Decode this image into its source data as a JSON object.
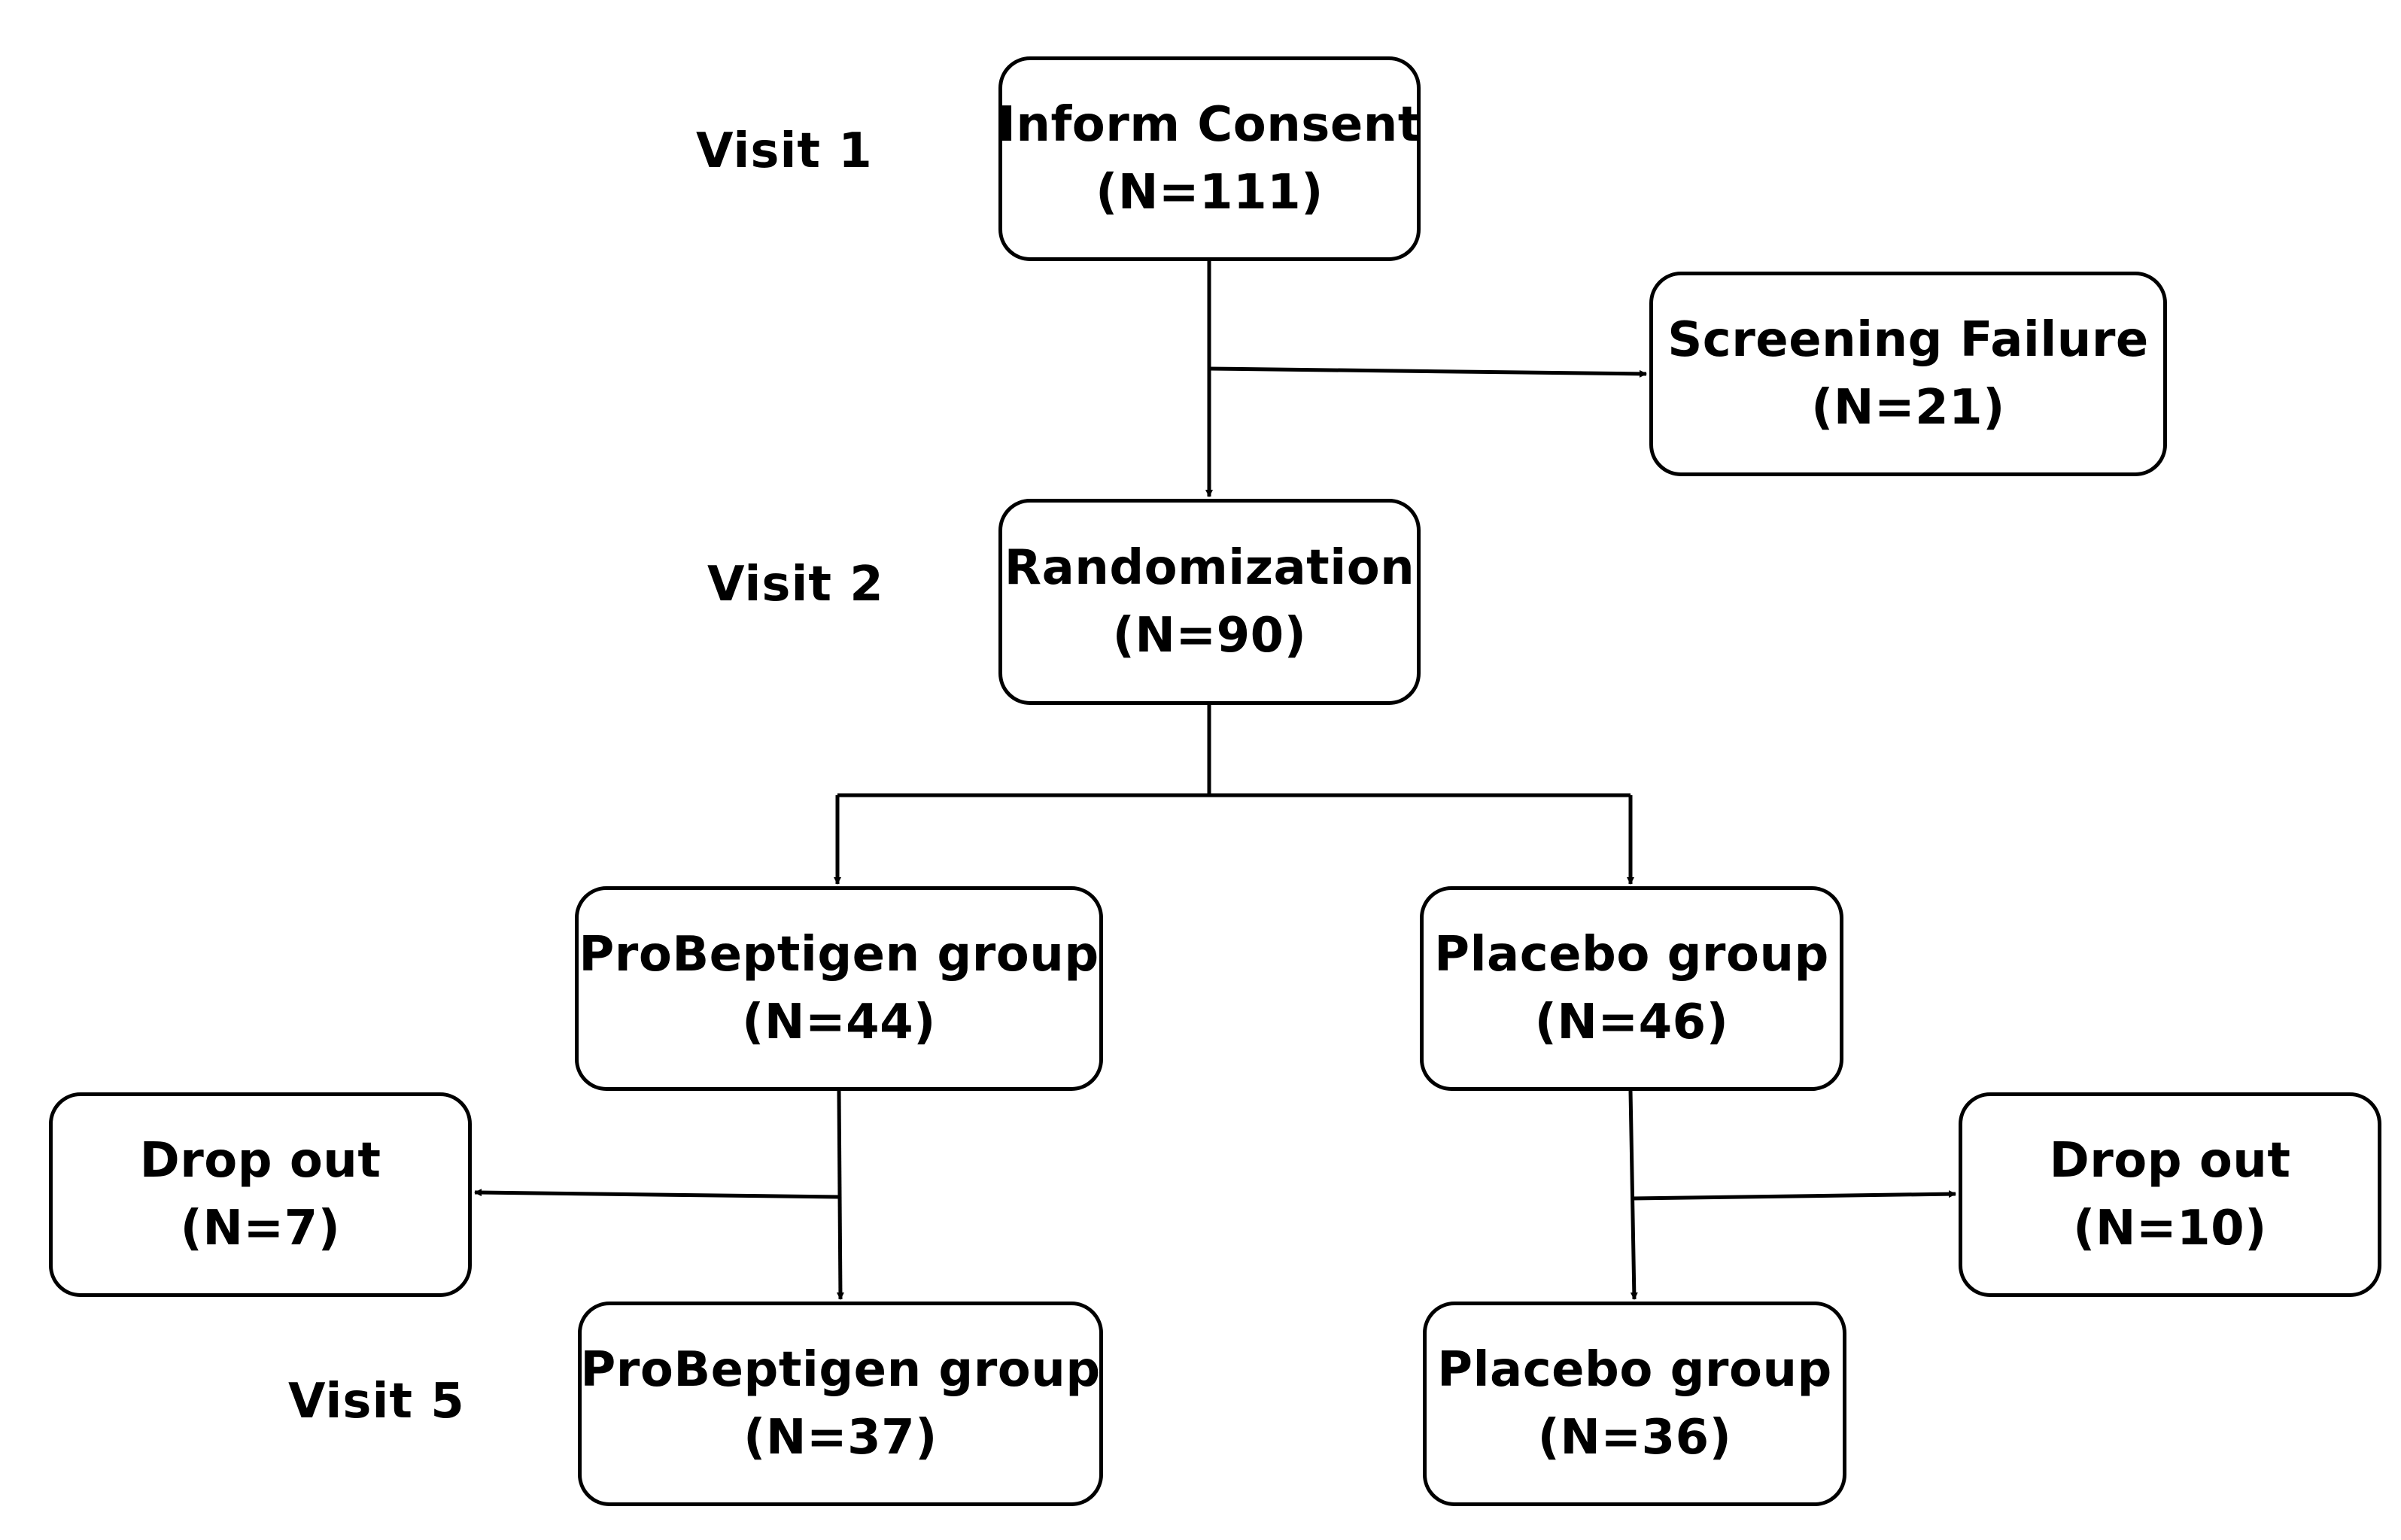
{
  "visits": {
    "v1": "Visit 1",
    "v2": "Visit 2",
    "v5": "Visit 5"
  },
  "boxes": {
    "consent": {
      "title": "Inform Consent",
      "count": "(N=111)"
    },
    "screening": {
      "title": "Screening Failure",
      "count": "(N=21)"
    },
    "random": {
      "title": "Randomization",
      "count": "(N=90)"
    },
    "pro1": {
      "title": "ProBeptigen group",
      "count": "(N=44)"
    },
    "pla1": {
      "title": "Placebo group",
      "count": "(N=46)"
    },
    "drop_left": {
      "title": "Drop out",
      "count": "(N=7)"
    },
    "drop_right": {
      "title": "Drop out",
      "count": "(N=10)"
    },
    "pro2": {
      "title": "ProBeptigen group",
      "count": "(N=37)"
    },
    "pla2": {
      "title": "Placebo group",
      "count": "(N=36)"
    }
  },
  "colors": {
    "line": "#000000",
    "box_border": "#000000",
    "background": "#ffffff"
  }
}
